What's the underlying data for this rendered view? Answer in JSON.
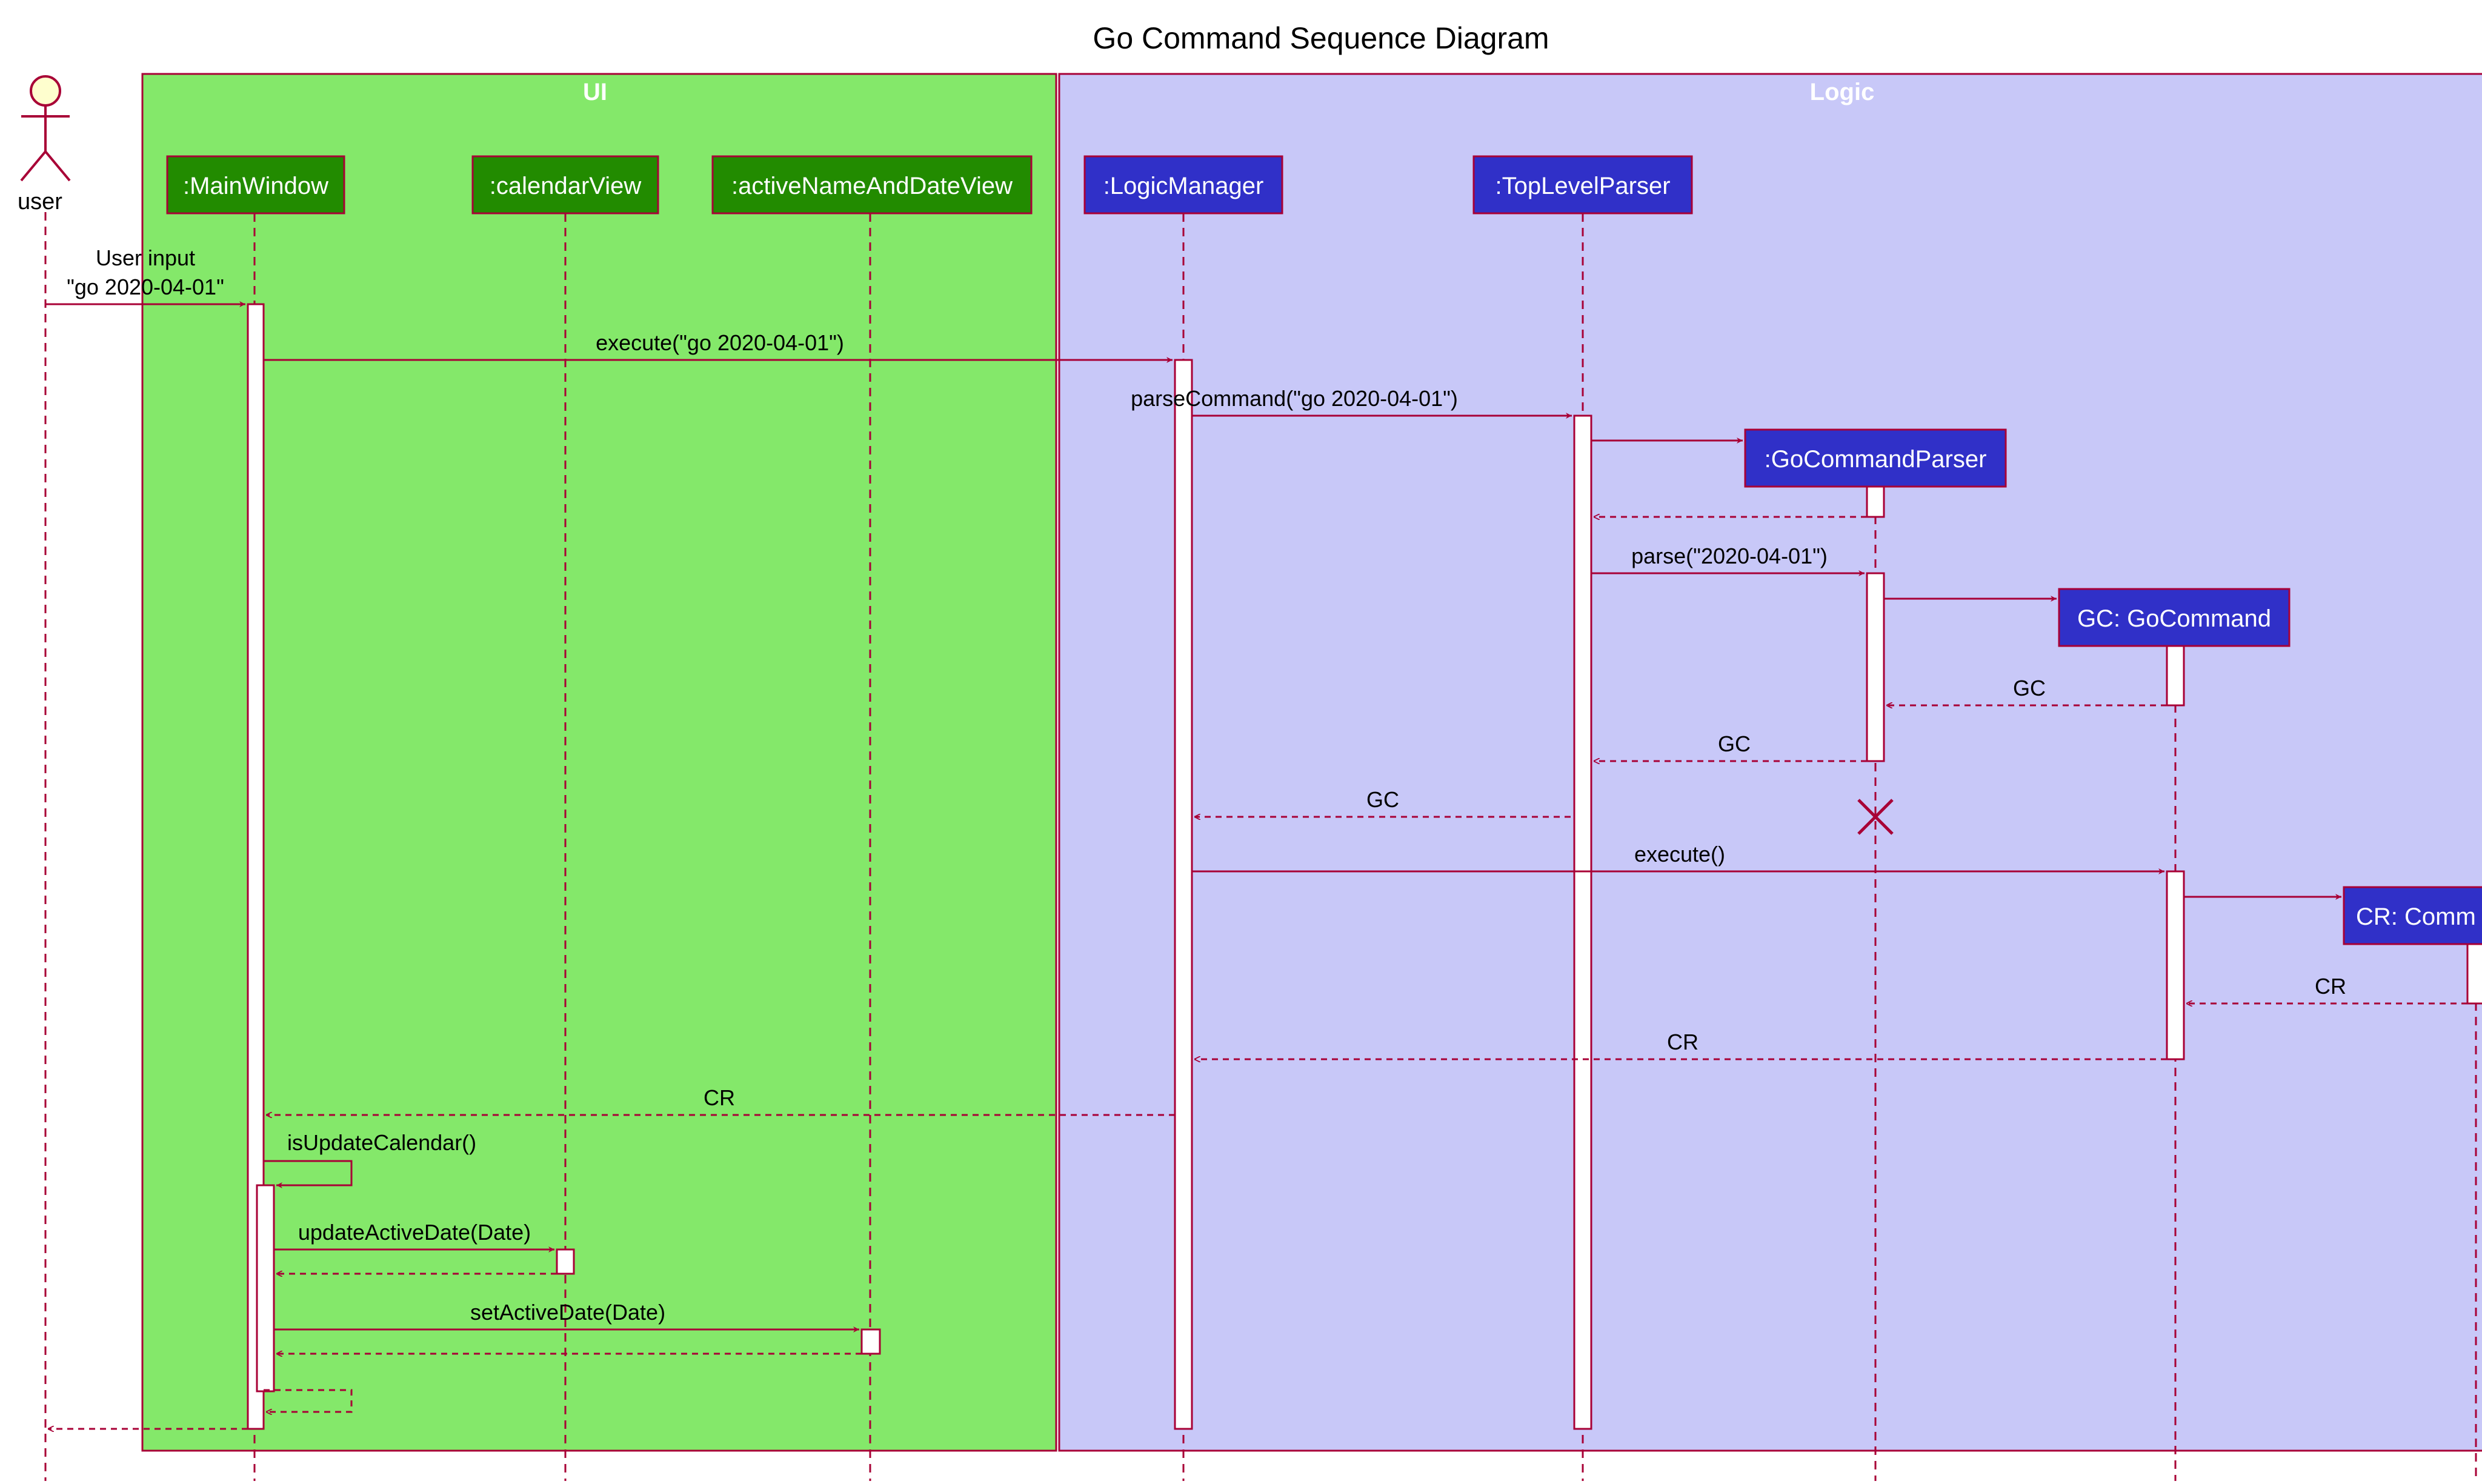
{
  "title": "Go Command Sequence Diagram",
  "colors": {
    "line": "#A80036",
    "ui_box": "#84E86A",
    "logic_box": "#C8C8F8",
    "ui_participant": "#228B00",
    "logic_participant": "#3030C8",
    "actor_fill": "#FEFECE",
    "activation": "#FFFFFF"
  },
  "boxes": [
    {
      "id": "ui",
      "label": "UI"
    },
    {
      "id": "logic",
      "label": "Logic"
    }
  ],
  "actor": {
    "label": "user"
  },
  "participants": [
    {
      "id": "mainwindow",
      "label": ":MainWindow"
    },
    {
      "id": "calendarview",
      "label": ":calendarView"
    },
    {
      "id": "activeview",
      "label": ":activeNameAndDateView"
    },
    {
      "id": "logicmanager",
      "label": ":LogicManager"
    },
    {
      "id": "toplevelparser",
      "label": ":TopLevelParser"
    },
    {
      "id": "gocommandparser",
      "label": ":GoCommandParser"
    },
    {
      "id": "gocommand",
      "label": "GC: GoCommand"
    },
    {
      "id": "commandresult",
      "label": "CR: Comm"
    }
  ],
  "messages": {
    "user_input_line1": "User input",
    "user_input_line2": "\"go 2020-04-01\"",
    "execute_input": "execute(\"go 2020-04-01\")",
    "parse_command": "parseCommand(\"go 2020-04-01\")",
    "parse": "parse(\"2020-04-01\")",
    "gc_return_1": "GC",
    "gc_return_2": "GC",
    "gc_return_3": "GC",
    "execute": "execute()",
    "cr_return_1": "CR",
    "cr_return_2": "CR",
    "cr_return_3": "CR",
    "is_update_calendar": "isUpdateCalendar()",
    "update_active_date": "updateActiveDate(Date)",
    "set_active_date": "setActiveDate(Date)"
  }
}
